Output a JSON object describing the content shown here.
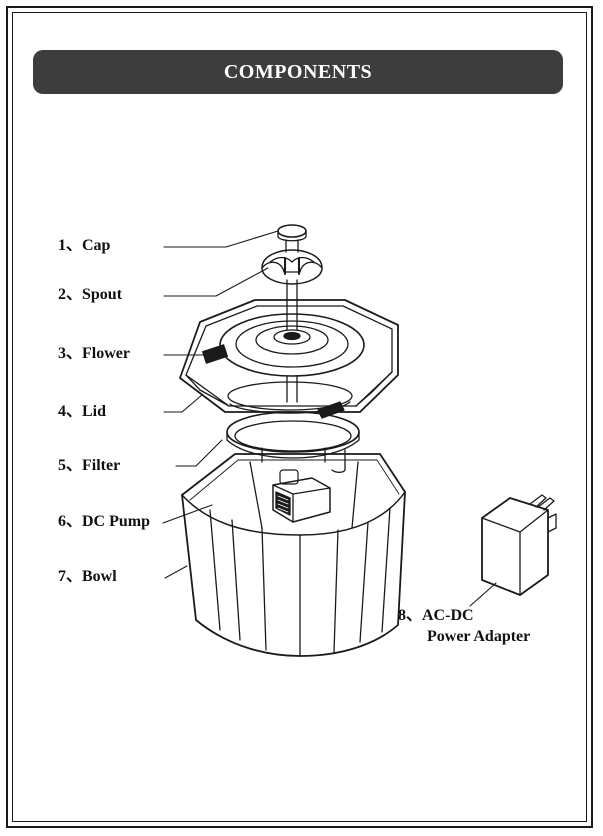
{
  "header": {
    "title": "COMPONENTS"
  },
  "labels": {
    "cap": "1、Cap",
    "spout": "2、Spout",
    "flower": "3、Flower",
    "lid": "4、Lid",
    "filter": "5、Filter",
    "pump": "6、DC Pump",
    "bowl": "7、Bowl",
    "adapter_line1": "8、AC-DC",
    "adapter_line2": "Power Adapter"
  },
  "colors": {
    "header_bg": "#3d3d3d",
    "line": "#1a1a1a"
  }
}
